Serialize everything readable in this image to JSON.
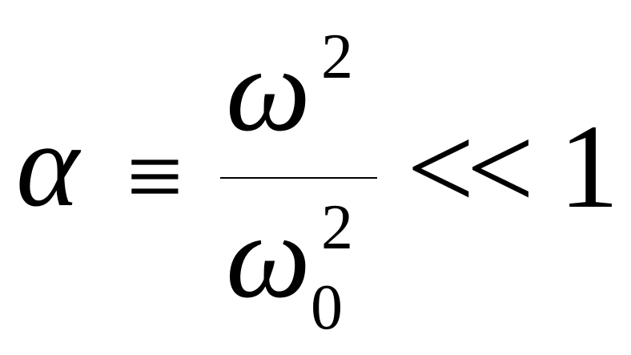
{
  "formula": {
    "lhs_symbol": "α",
    "equiv_sign": "≡",
    "numerator_base": "ω",
    "numerator_exponent": "2",
    "denominator_base": "ω",
    "denominator_exponent": "2",
    "denominator_subscript": "0",
    "relation": "<<",
    "rhs_value": "1"
  },
  "colors": {
    "text": "#000000",
    "background": "#ffffff"
  }
}
